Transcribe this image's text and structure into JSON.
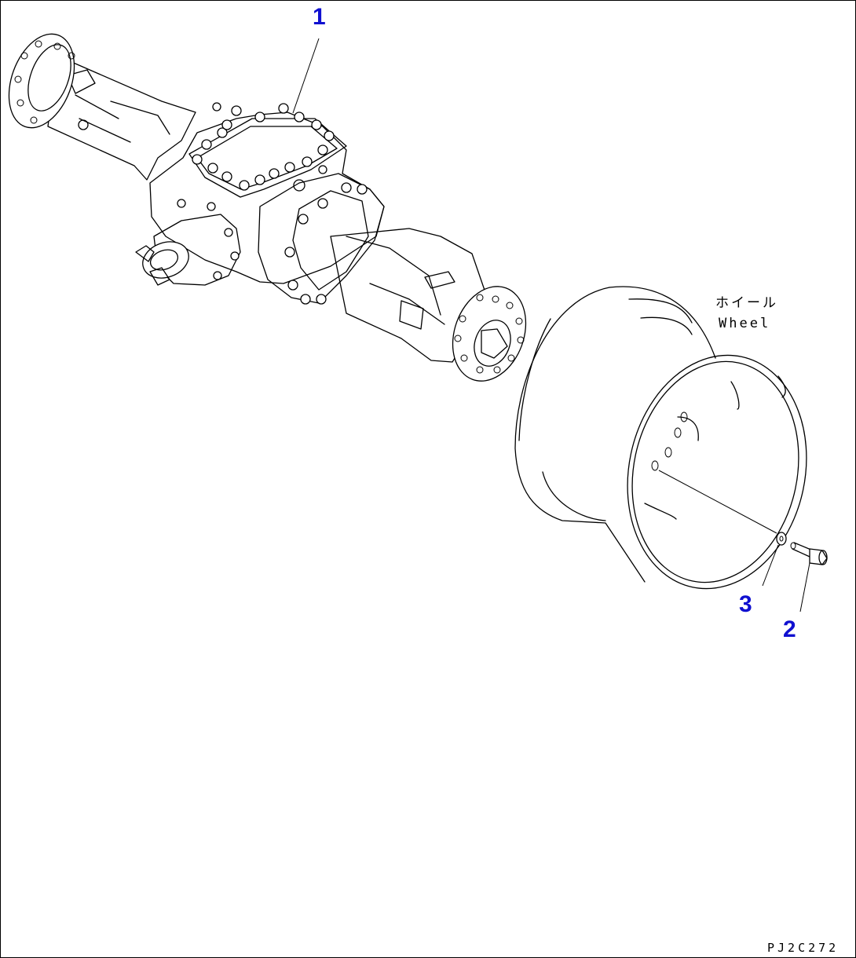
{
  "callouts": {
    "c1": "1",
    "c2": "2",
    "c3": "3"
  },
  "wheel_label": {
    "jp": "ホイール",
    "en": "Wheel"
  },
  "drawing_code": "PJ2C272",
  "colors": {
    "callout": "#1010d0",
    "line": "#000000",
    "background": "#ffffff"
  }
}
